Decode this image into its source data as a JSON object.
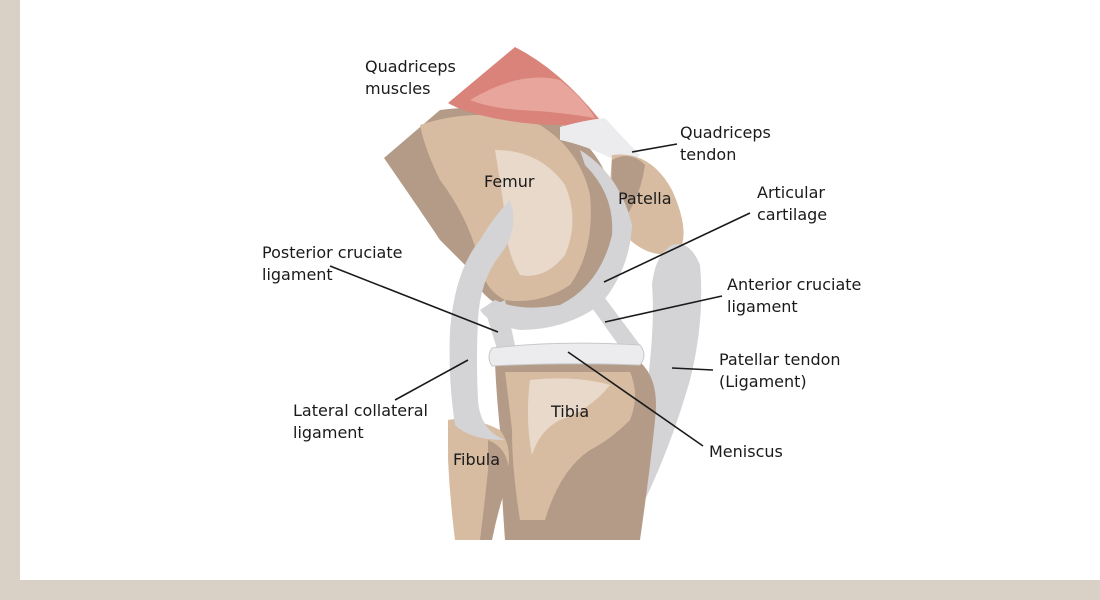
{
  "colors": {
    "background_frame": "#d9d0c6",
    "panel": "#ffffff",
    "bone_dark": "#b39b88",
    "bone_mid": "#d7bca2",
    "bone_light": "#e8d9cb",
    "cartilage": "#d4d4d6",
    "cartilage_light": "#ececee",
    "muscle": "#d9837a",
    "muscle_light": "#e8a59b",
    "line": "#1a1a1a"
  },
  "labels": {
    "quadriceps_muscles": [
      "Quadriceps",
      "muscles"
    ],
    "quadriceps_tendon": [
      "Quadriceps",
      "tendon"
    ],
    "femur": "Femur",
    "patella": "Patella",
    "articular_cartilage": [
      "Articular",
      "cartilage"
    ],
    "posterior_cruciate_ligament": [
      "Posterior cruciate",
      "ligament"
    ],
    "anterior_cruciate_ligament": [
      "Anterior cruciate",
      "ligament"
    ],
    "patellar_tendon": [
      "Patellar tendon",
      "(Ligament)"
    ],
    "lateral_collateral_ligament": [
      "Lateral collateral",
      "ligament"
    ],
    "tibia": "Tibia",
    "fibula": "Fibula",
    "meniscus": "Meniscus"
  }
}
